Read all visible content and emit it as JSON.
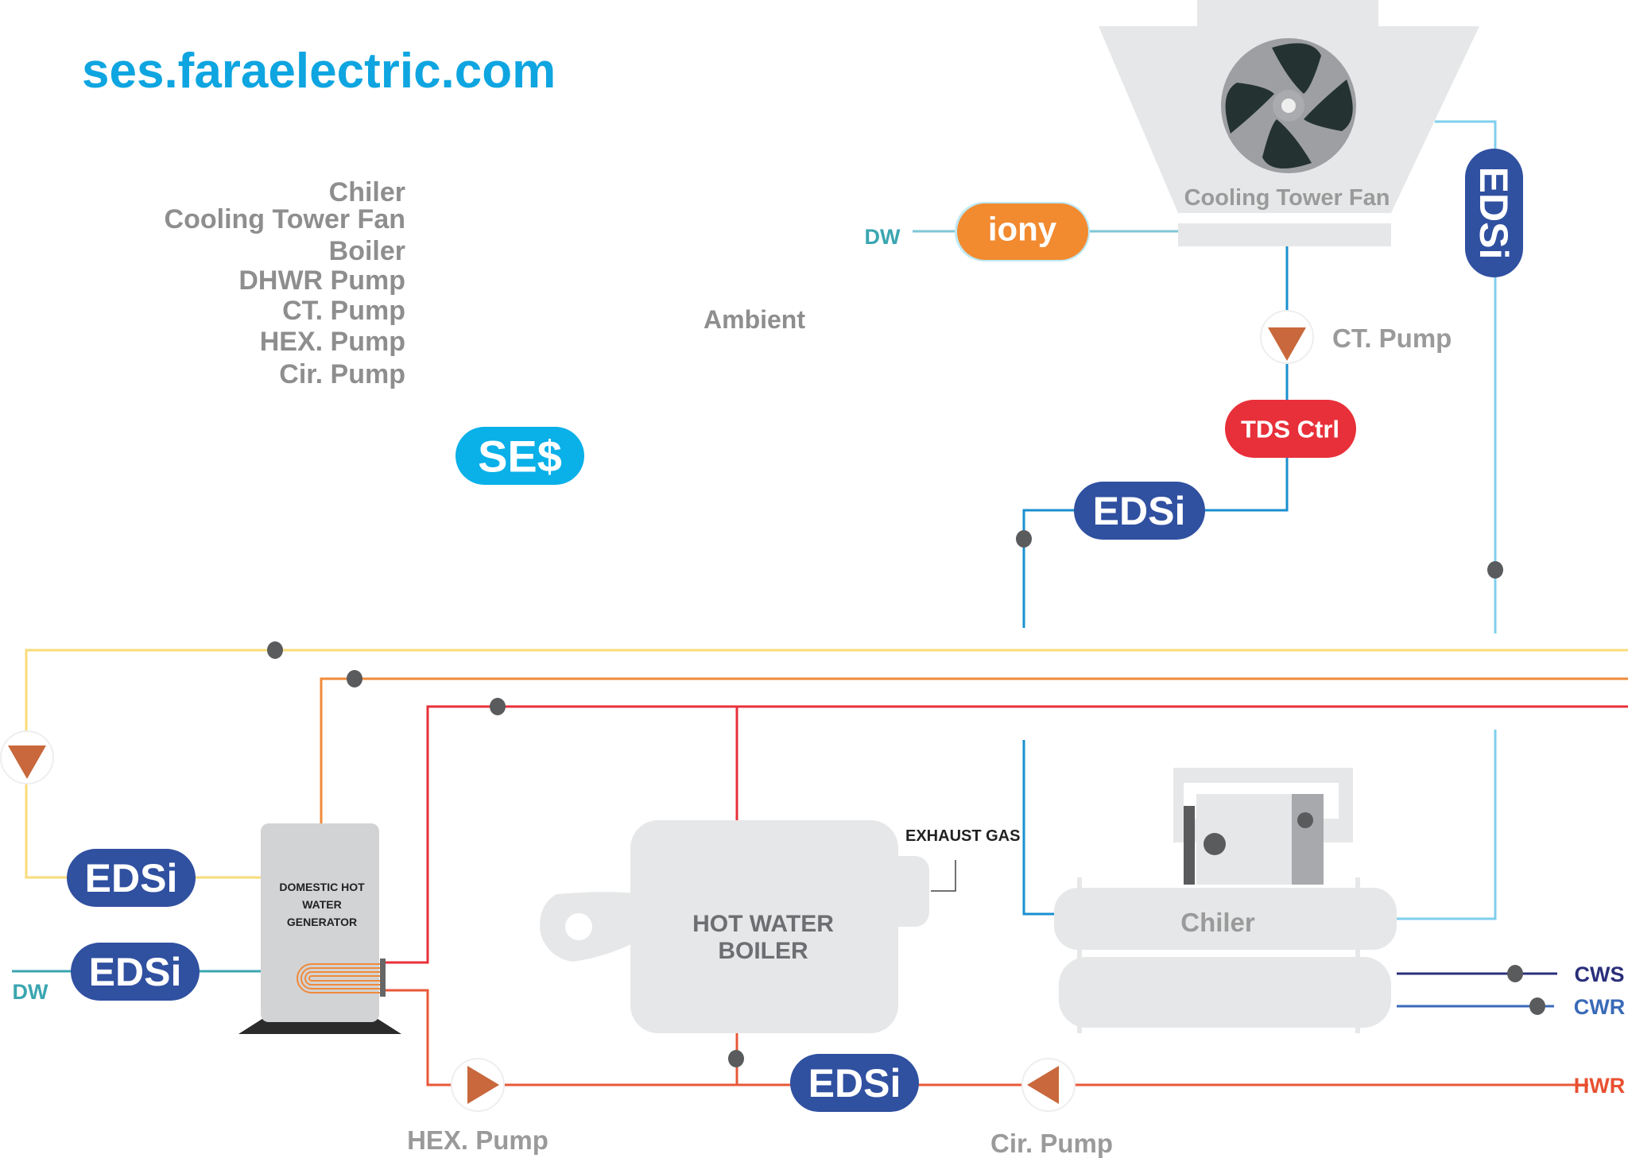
{
  "site_title": "ses.faraelectric.com",
  "legend": [
    "Chiler",
    "Cooling Tower Fan",
    "Boiler",
    "DHWR Pump",
    "CT. Pump",
    "HEX. Pump",
    "Cir. Pump"
  ],
  "ambient_label": "Ambient",
  "ses_badge": "SE$",
  "cooling_tower": {
    "label": "Cooling Tower Fan"
  },
  "iony": "iony",
  "dw_labels": {
    "top": "DW",
    "left": "DW"
  },
  "ct_pump_label": "CT. Pump",
  "tds_ctrl": "TDS Ctrl",
  "edsi": {
    "ct": "EDSi",
    "vertical": "EDSi",
    "dhw_loop": "EDSi",
    "dw": "EDSi",
    "hwr": "EDSi"
  },
  "dhw_generator": {
    "line1": "DOMESTIC HOT",
    "line2": "WATER",
    "line3": "GENERATOR"
  },
  "boiler": {
    "line1": "HOT WATER",
    "line2": "BOILER",
    "exhaust": "EXHAUST GAS"
  },
  "chiller_label": "Chiler",
  "pipe_labels": {
    "cws": "CWS",
    "cwr": "CWR",
    "hwr": "HWR"
  },
  "hex_pump_label": "HEX. Pump",
  "cir_pump_label": "Cir. Pump",
  "colors": {
    "title": "#0ea5e0",
    "edsi": "#3050a0",
    "iony": "#f28a30",
    "tds": "#e8303a",
    "ses": "#0ab0e8",
    "pump": "#c8683c"
  }
}
